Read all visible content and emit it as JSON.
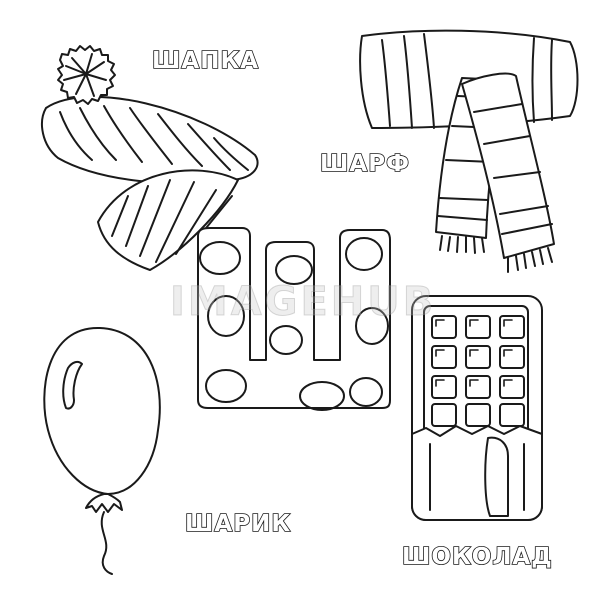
{
  "letter": "Ш",
  "words": {
    "hat": "ШАПКА",
    "scarf": "ШАРФ",
    "balloon": "ШАРИК",
    "chocolate": "ШОКОЛАД"
  },
  "watermark": "IMAGEHUB",
  "colors": {
    "outline": "#1a1a1a",
    "fill": "#ffffff",
    "watermark": "#c8c8c8"
  },
  "icons": [
    "hat-icon",
    "scarf-icon",
    "letter-sha-icon",
    "balloon-icon",
    "chocolate-bar-icon"
  ]
}
